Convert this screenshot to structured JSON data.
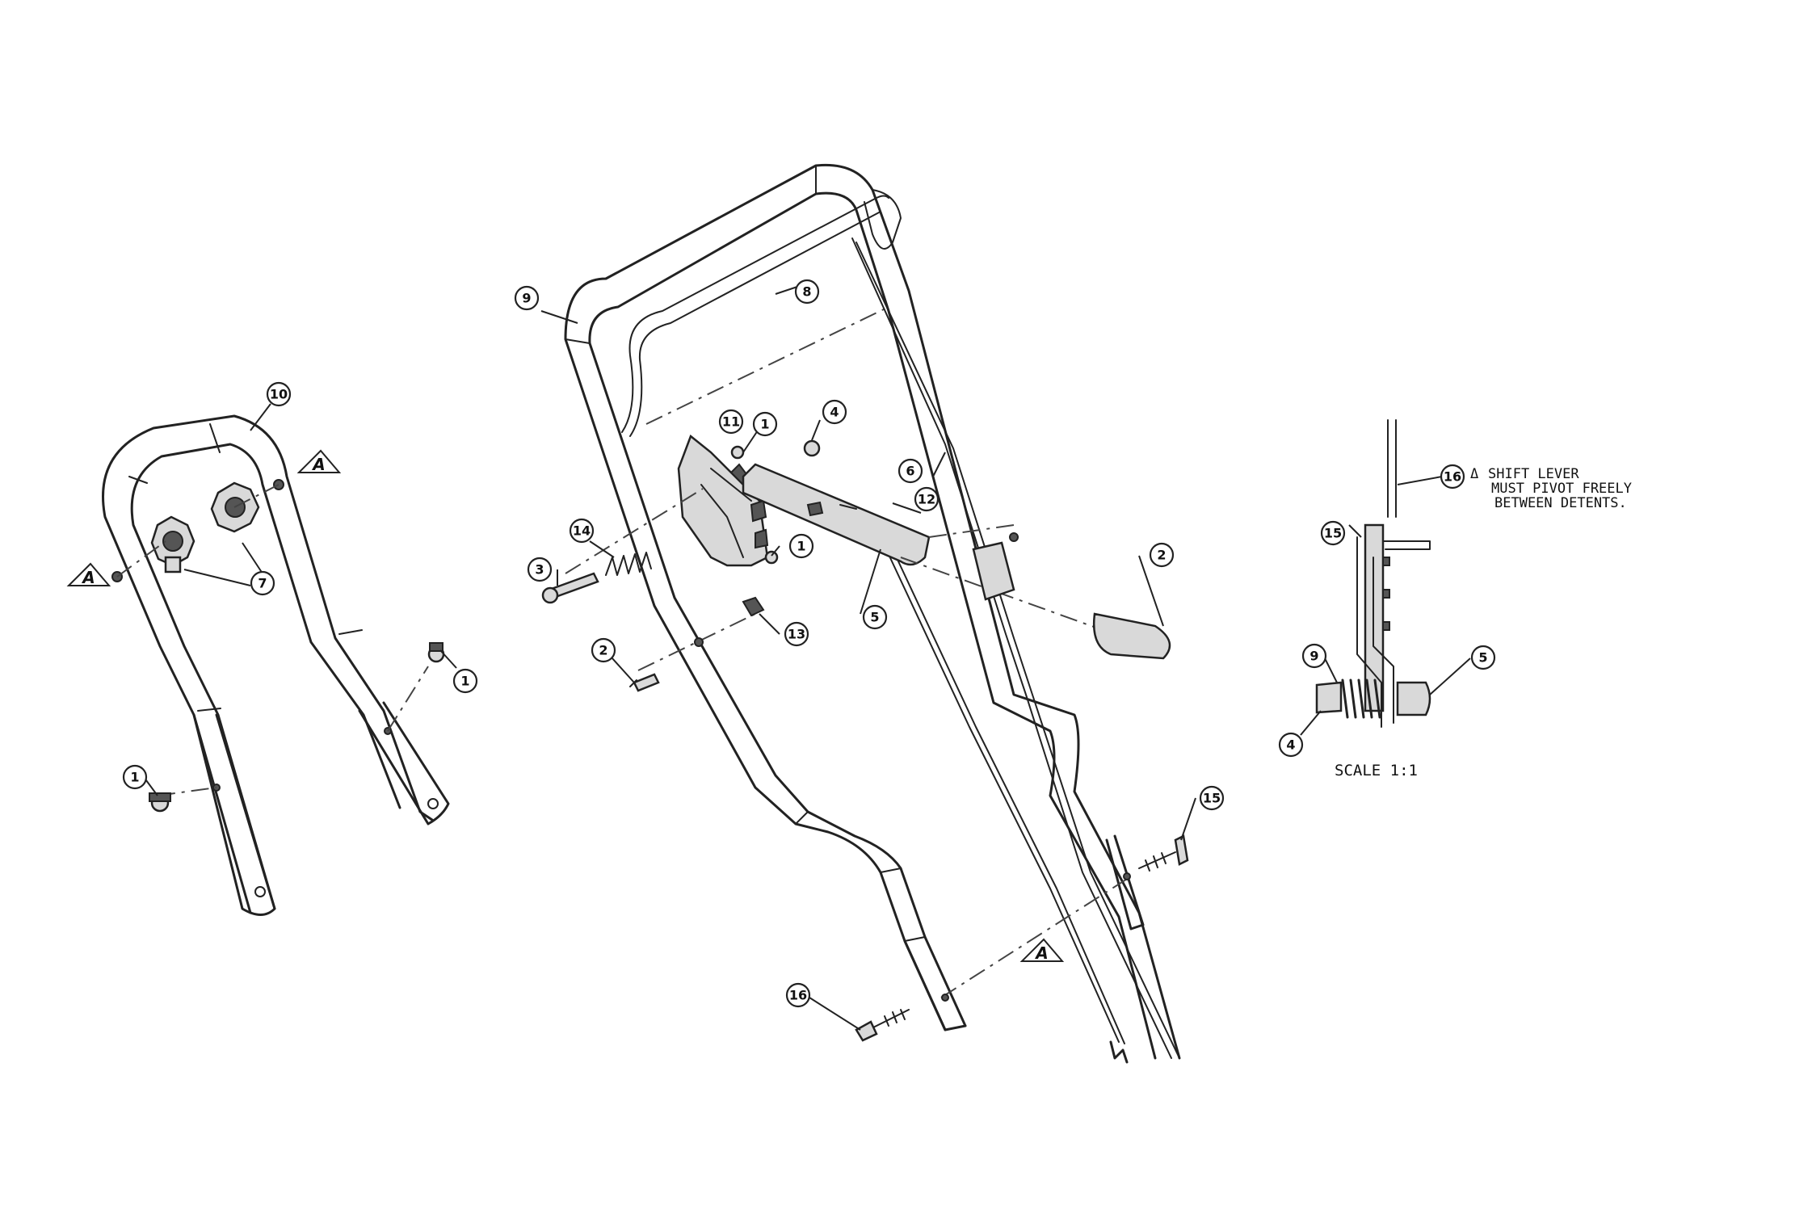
{
  "diagram": {
    "callouts": [
      {
        "id": "c1a",
        "label": "1"
      },
      {
        "id": "c1b",
        "label": "1"
      },
      {
        "id": "c1c",
        "label": "1"
      },
      {
        "id": "c1d",
        "label": "1"
      },
      {
        "id": "c2a",
        "label": "2"
      },
      {
        "id": "c2b",
        "label": "2"
      },
      {
        "id": "c3",
        "label": "3"
      },
      {
        "id": "c4",
        "label": "4"
      },
      {
        "id": "c5",
        "label": "5"
      },
      {
        "id": "c6",
        "label": "6"
      },
      {
        "id": "c7",
        "label": "7"
      },
      {
        "id": "c8",
        "label": "8"
      },
      {
        "id": "c9",
        "label": "9"
      },
      {
        "id": "c10",
        "label": "10"
      },
      {
        "id": "c11",
        "label": "11"
      },
      {
        "id": "c12",
        "label": "12"
      },
      {
        "id": "c13",
        "label": "13"
      },
      {
        "id": "c14",
        "label": "14"
      },
      {
        "id": "c15",
        "label": "15"
      },
      {
        "id": "c16",
        "label": "16"
      }
    ],
    "alignment_marker": "A",
    "detail_view": {
      "callouts": {
        "c16": "16",
        "c15": "15",
        "c9": "9",
        "c4": "4",
        "c5": "5"
      },
      "note_symbol": "Δ",
      "note_lines": [
        "SHIFT LEVER",
        "MUST PIVOT FREELY",
        "BETWEEN DETENTS."
      ],
      "scale_label": "SCALE 1:1"
    }
  }
}
